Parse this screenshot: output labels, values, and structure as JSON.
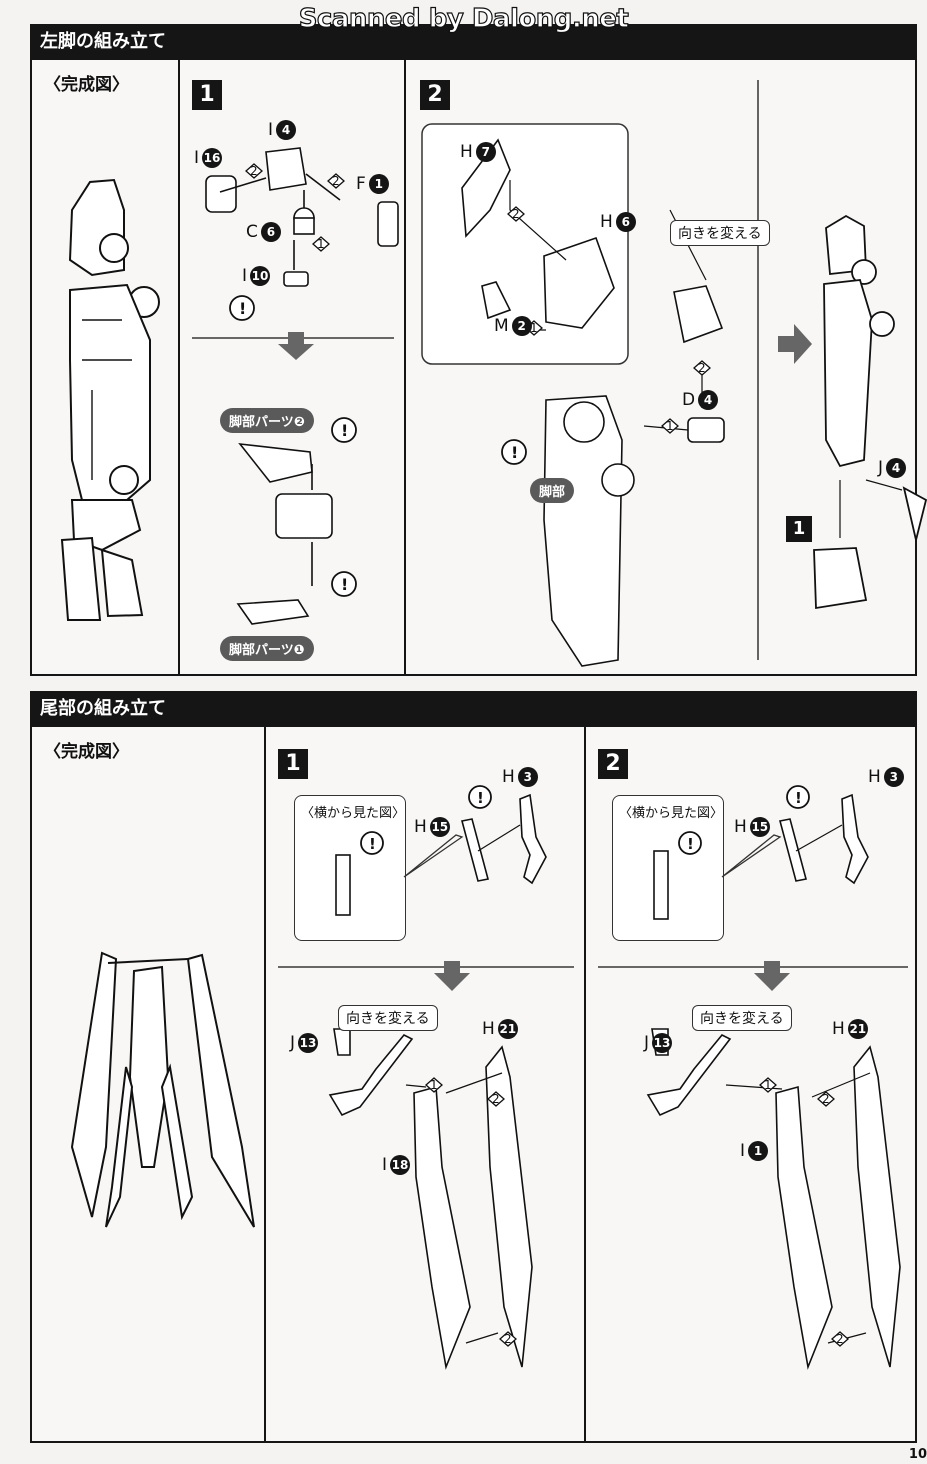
{
  "watermark": "Scanned by Dalong.net",
  "page_number": "10",
  "leg_section": {
    "title": "左脚の組み立て",
    "complete_label": "〈完成図〉",
    "step1": {
      "badge": "1",
      "parts": {
        "i4": "I",
        "i4_num": "4",
        "i16": "I",
        "i16_num": "16",
        "f1": "F",
        "f1_num": "1",
        "c6": "C",
        "c6_num": "6",
        "i10": "I",
        "i10_num": "10"
      },
      "step_nums": {
        "a": "2",
        "b": "2",
        "c": "1"
      },
      "leg_part2": "脚部パーツ❷",
      "leg_part1": "脚部パーツ❶"
    },
    "step2": {
      "badge": "2",
      "parts": {
        "h7": "H",
        "h7_num": "7",
        "h6": "H",
        "h6_num": "6",
        "m2": "M",
        "m2_num": "2",
        "d4": "D",
        "d4_num": "4",
        "j4": "J",
        "j4_num": "4"
      },
      "step_nums": {
        "a": "2",
        "b": "1",
        "c": "2",
        "d": "1"
      },
      "change_direction": "向きを変える",
      "leg_label": "脚部",
      "ref_badge": "1"
    }
  },
  "tail_section": {
    "title": "尾部の組み立て",
    "complete_label": "〈完成図〉",
    "step1": {
      "badge": "1",
      "side_view": "〈横から見た図〉",
      "parts": {
        "h15": "H",
        "h15_num": "15",
        "h3": "H",
        "h3_num": "3",
        "j13": "J",
        "j13_num": "13",
        "h21": "H",
        "h21_num": "21",
        "i18": "I",
        "i18_num": "18"
      },
      "change_direction": "向きを変える",
      "step_nums": {
        "a": "1",
        "b": "2",
        "c": "2"
      }
    },
    "step2": {
      "badge": "2",
      "side_view": "〈横から見た図〉",
      "parts": {
        "h15": "H",
        "h15_num": "15",
        "h3": "H",
        "h3_num": "3",
        "j13": "J",
        "j13_num": "13",
        "h21": "H",
        "h21_num": "21",
        "i1": "I",
        "i1_num": "1"
      },
      "change_direction": "向きを変える",
      "step_nums": {
        "a": "1",
        "b": "2",
        "c": "2"
      }
    }
  }
}
